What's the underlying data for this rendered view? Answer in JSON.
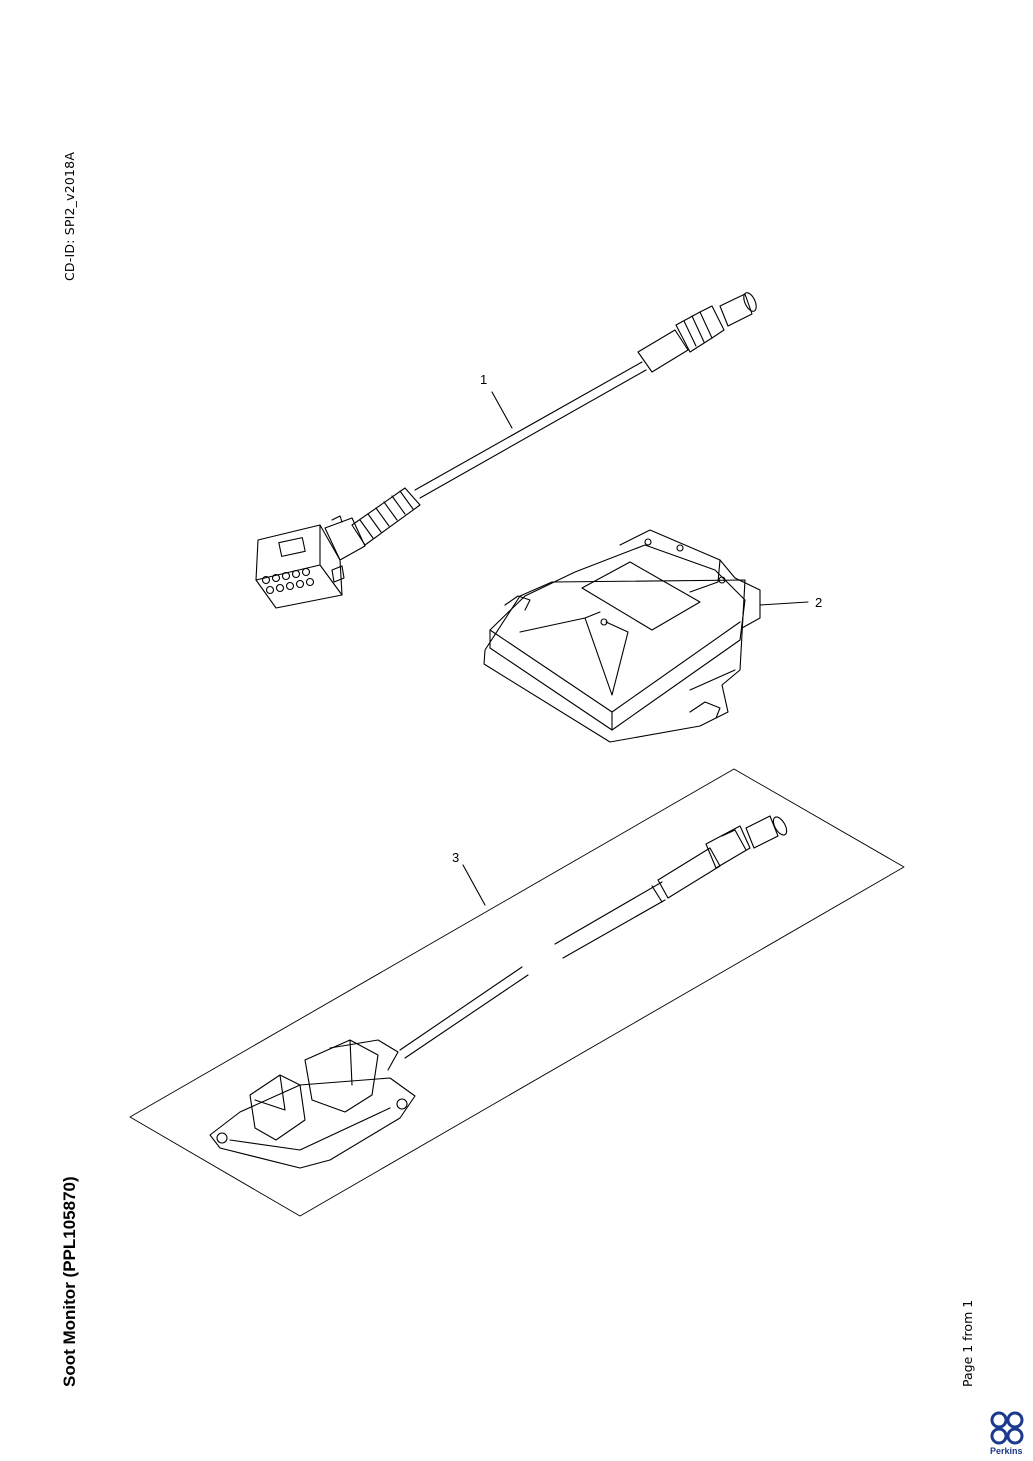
{
  "header": {
    "doc_id": "CD-ID: SPI2_v2018A"
  },
  "title": "Soot Monitor (PPL105870)",
  "footer": {
    "page": "Page 1 from 1"
  },
  "callouts": [
    "1",
    "2",
    "3"
  ],
  "brand": {
    "name": "Perkins",
    "color": "#1b3a8c"
  },
  "icons": {
    "logo": "perkins-logo-icon"
  }
}
